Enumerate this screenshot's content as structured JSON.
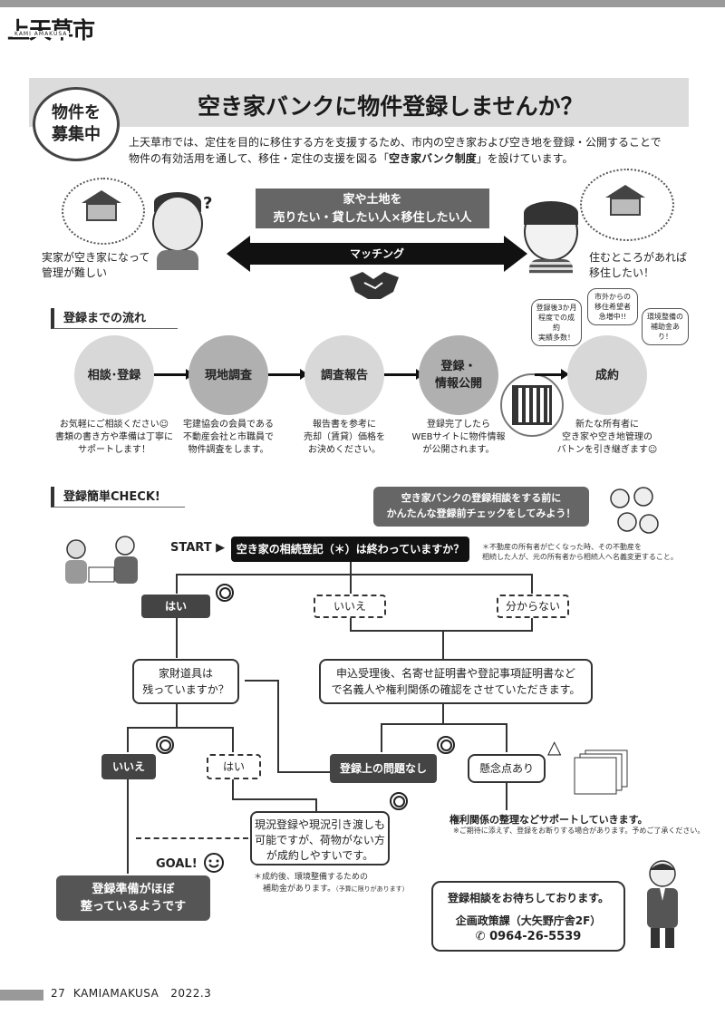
{
  "header": {
    "logo": "上天草市",
    "logo_sub": "KAMI AMAKUSA"
  },
  "title_section": {
    "badge": "物件を\n募集中",
    "title": "空き家バンクに物件登録しませんか？",
    "intro_1": "上天草市では、定住を目的に移住する方を支援するため、市内の空き家および空き地を登録・公開することで",
    "intro_2a": "物件の有効活用を通して、移住・定住の支援を図る「",
    "intro_2b": "空き家バンク制度",
    "intro_2c": "」を設けています。"
  },
  "matching": {
    "left_question": "?",
    "left_caption": "実家が空き家になって\n管理が難しい",
    "center_box": "家や土地を\n売りたい・貸したい人×移住したい人",
    "arrow_label": "マッチング",
    "right_caption": "住むところがあれば\n移住したい！"
  },
  "flow": {
    "heading": "登録までの流れ",
    "bubbles": [
      "登録後3か月\n程度での成約\n実績多数！",
      "市外からの\n移住希望者\n急増中!!",
      "環境整備の\n補助金あり！"
    ],
    "steps": [
      {
        "label": "相談･登録",
        "desc": "お気軽にご相談ください☺\n書類の書き方や準備は丁寧に\nサポートします！"
      },
      {
        "label": "現地調査",
        "desc": "宅建協会の会員である\n不動産会社と市職員で\n物件調査をします。"
      },
      {
        "label": "調査報告",
        "desc": "報告書を参考に\n売却（賃貸）価格を\nお決めください。"
      },
      {
        "label": "登録・\n情報公開",
        "desc": "登録完了したら\nWEBサイトに物件情報\nが公開されます。"
      },
      {
        "label": "成約",
        "desc": "新たな所有者に\n空き家や空き地管理の\nバトンを引き継ぎます☺"
      }
    ]
  },
  "check": {
    "heading": "登録簡単CHECK!",
    "bubble": "空き家バンクの登録相談をする前に\nかんたんな登録前チェックをしてみよう！",
    "start_label": "START ▶",
    "q1": "空き家の相続登記（＊）は終わっていますか？",
    "note1": "＊不動産の所有者が亡くなった時、その不動産を\n相続した人が、元の所有者から相続人へ名義変更すること。",
    "yes": "はい",
    "no": "いいえ",
    "unknown": "分からない",
    "q2": "家財道具は\n残っていますか？",
    "confirm": "申込受理後、名寄せ証明書や登記事項証明書など\nで名義人や権利関係の確認をさせていただきます。",
    "no2": "いいえ",
    "yes2": "はい",
    "no_problem": "登録上の問題なし",
    "concern": "懸念点あり",
    "rights_1": "権利関係の整理などサポートしていきます。",
    "rights_2": "※ご期待に添えず、登録をお断りする場合があります。予めご了承ください。",
    "transfer": "現況登録や現況引き渡しも\n可能ですが、荷物がない方\nが成約しやすいです。",
    "subsidy_1": "＊成約後、環境整備するための",
    "subsidy_2": "補助金があります。",
    "subsidy_3": "（予算に限りがあります）",
    "goal": "GOAL!",
    "goal_box": "登録準備がほぼ\n整っているようです",
    "triangle": "△"
  },
  "contact": {
    "line1": "登録相談をお待ちしております。",
    "line2": "企画政策課（大矢野庁舎2F）",
    "phone": "0964-26-5539"
  },
  "footer": {
    "page": "27",
    "publication": "KAMIAMAKUSA",
    "date": "2022.3"
  }
}
